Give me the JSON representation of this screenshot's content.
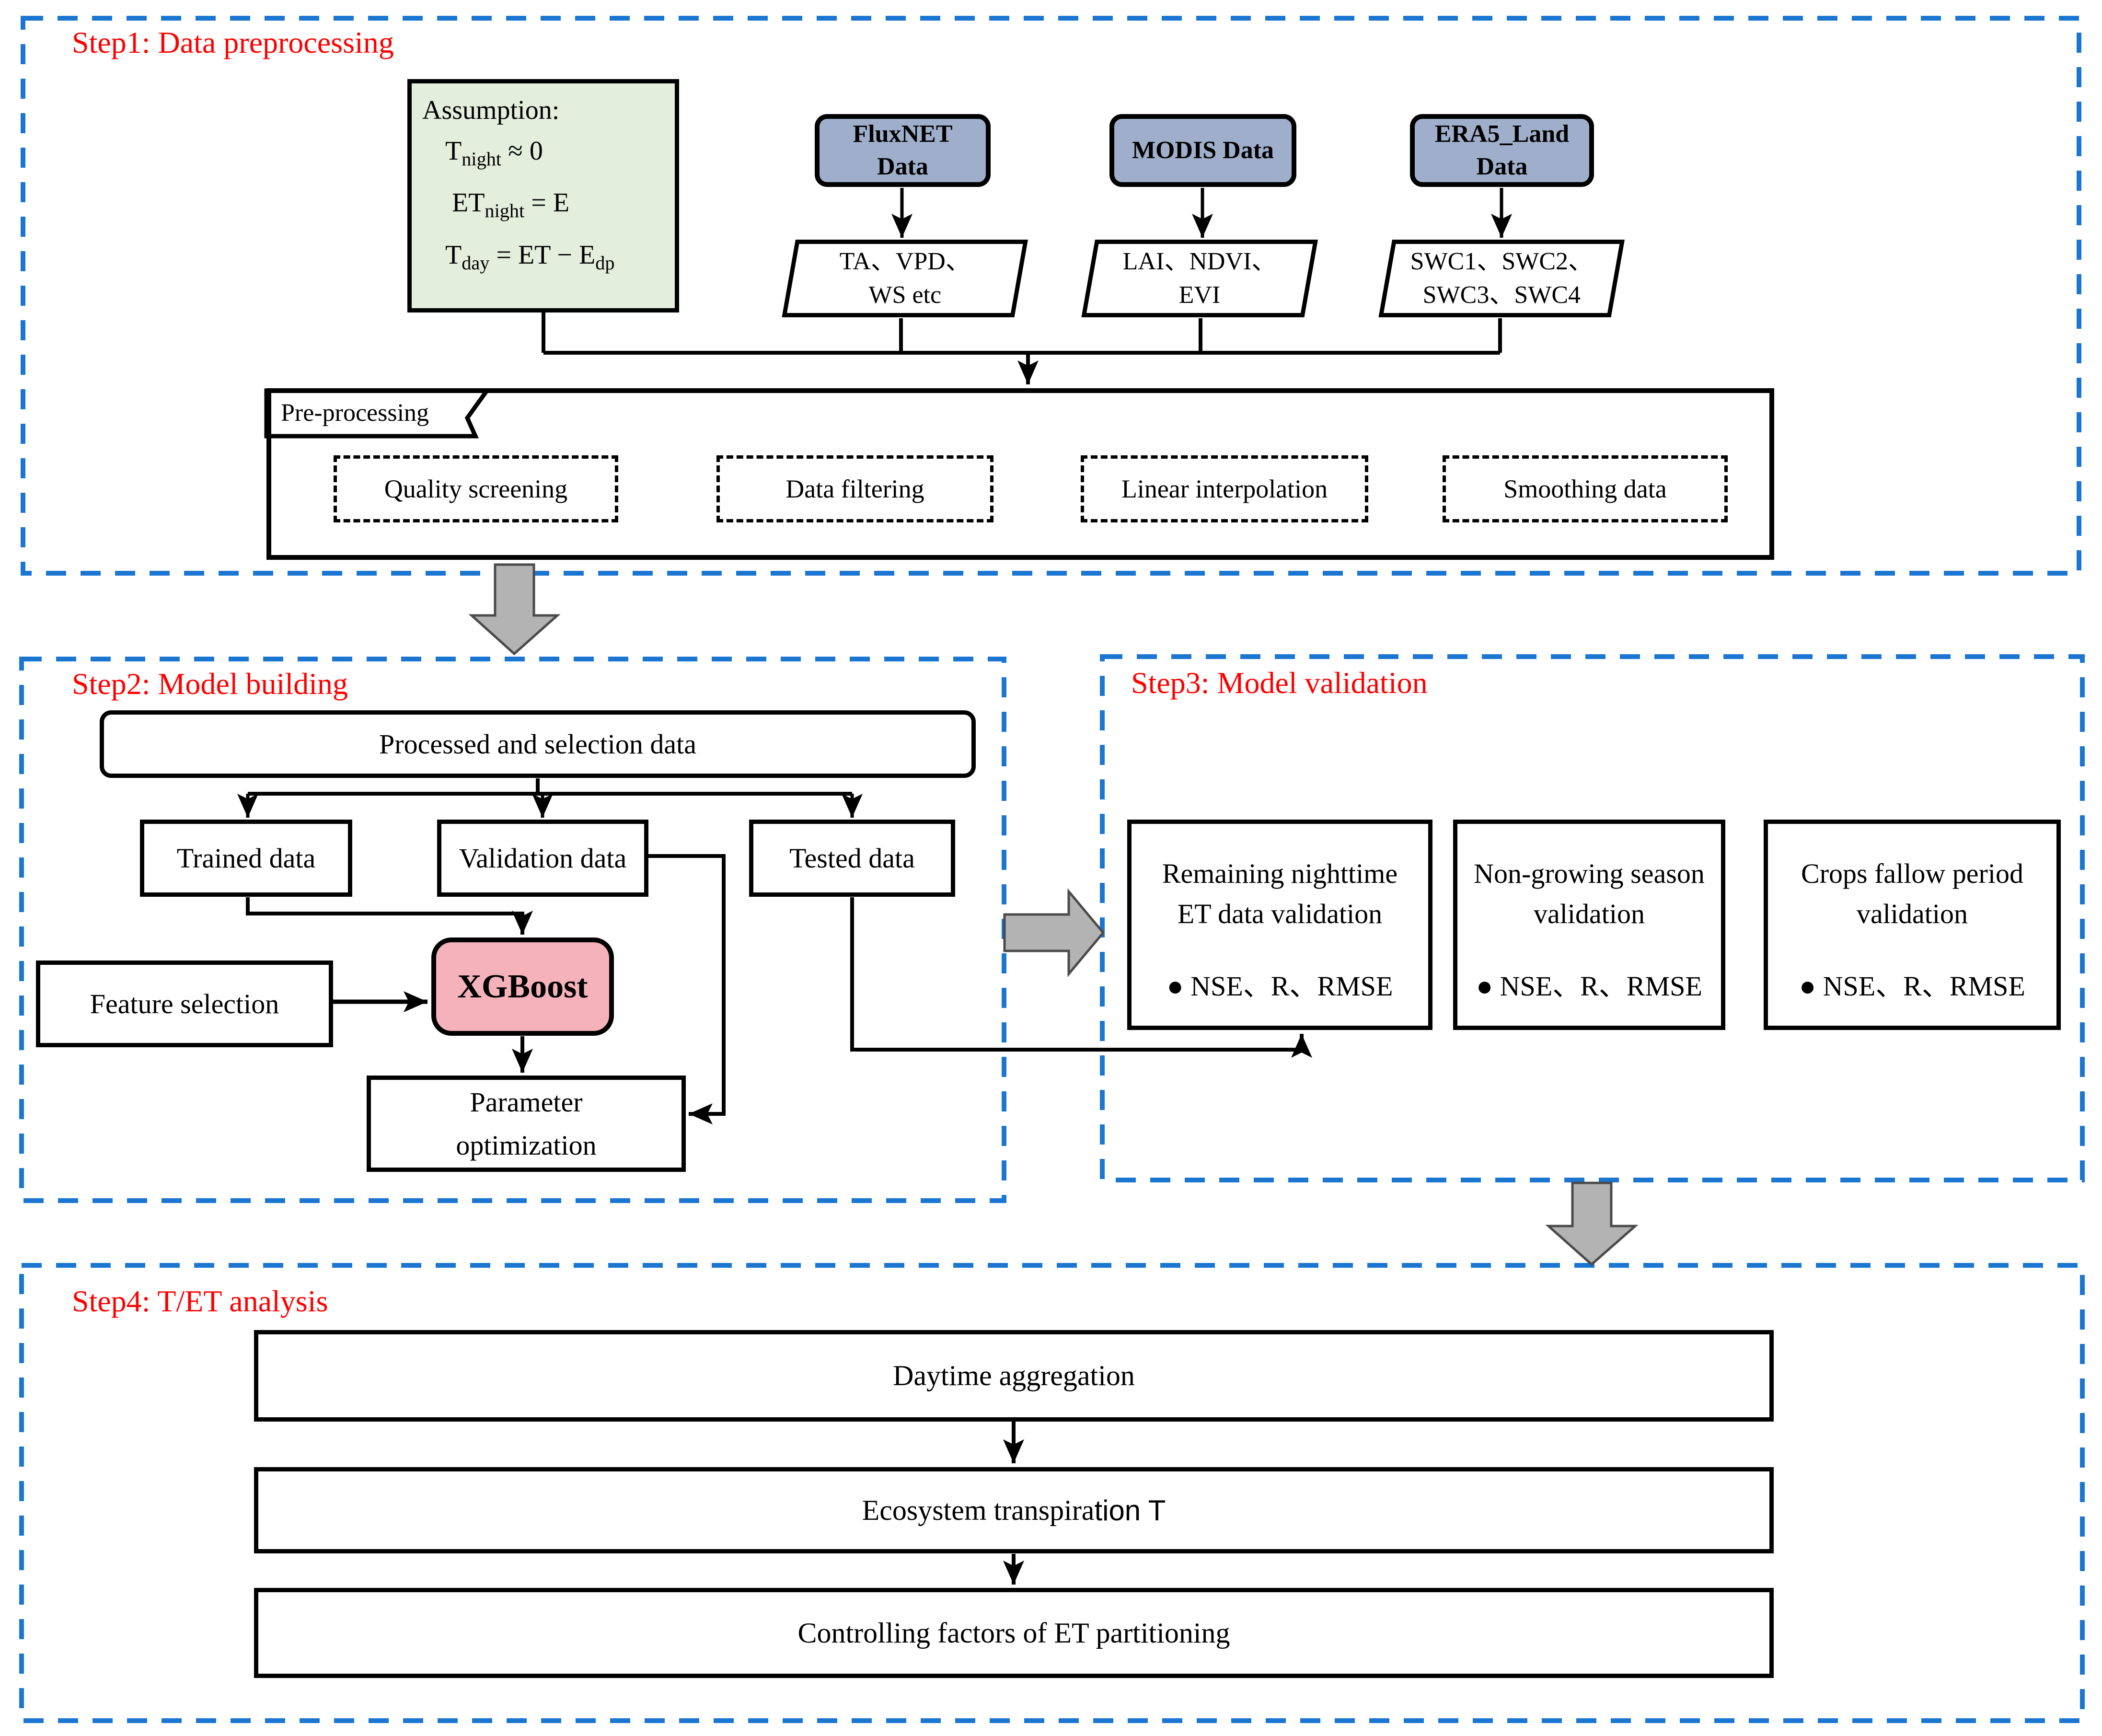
{
  "titles": {
    "step1": "Step1: Data preprocessing",
    "step2": "Step2: Model building",
    "step3": "Step3: Model validation",
    "step4": "Step4: T/ET analysis"
  },
  "colors": {
    "accent_blue": "#1b76d2",
    "source_box_fill": "#9fafcb",
    "assumption_fill": "#e3efdc",
    "xgboost_fill": "#f5b2ba",
    "title_red": "#ff0000",
    "block_arrow_gray": "#b3b3b3"
  },
  "step1": {
    "assumption": {
      "heading": "Assumption:",
      "lines": [
        {
          "base": "T",
          "sub": "night",
          "rest": " ≈ 0"
        },
        {
          "base": "ET",
          "sub": "night",
          "rest": " = E"
        },
        {
          "base": "T",
          "sub": "day",
          "rest": " = ET − E",
          "sub2": "dp"
        }
      ]
    },
    "sources": [
      {
        "line1": "FluxNET",
        "line2": "Data"
      },
      {
        "line1": "MODIS Data",
        "line2": ""
      },
      {
        "line1": "ERA5_Land",
        "line2": "Data"
      }
    ],
    "datasets": [
      {
        "line1": "TA、VPD、",
        "line2": "WS etc"
      },
      {
        "line1": "LAI、NDVI、",
        "line2": "EVI"
      },
      {
        "line1": "SWC1、SWC2、",
        "line2": "SWC3、SWC4"
      }
    ],
    "preprocessing": {
      "tab": "Pre-processing",
      "items": [
        "Quality screening",
        "Data filtering",
        "Linear interpolation",
        "Smoothing data"
      ]
    }
  },
  "step2": {
    "processed": "Processed and selection data",
    "splits": [
      "Trained data",
      "Validation data",
      "Tested data"
    ],
    "feature": "Feature selection",
    "model": "XGBoost",
    "param_line1": "Parameter",
    "param_line2": "optimization"
  },
  "step3": {
    "bullet": "●",
    "boxes": [
      {
        "title_line1": "Remaining nighttime",
        "title_line2": "ET data validation",
        "metrics": "NSE、R、RMSE"
      },
      {
        "title_line1": "Non-growing season",
        "title_line2": "validation",
        "metrics": "NSE、R、RMSE"
      },
      {
        "title_line1": "Crops fallow period",
        "title_line2": "validation",
        "metrics": "NSE、R、RMSE"
      }
    ]
  },
  "step4": {
    "box1": "Daytime aggregation",
    "box2_serif": "Ecosystem transpira",
    "box2_sans": "tion T",
    "box3": "Controlling factors of ET partitioning"
  }
}
